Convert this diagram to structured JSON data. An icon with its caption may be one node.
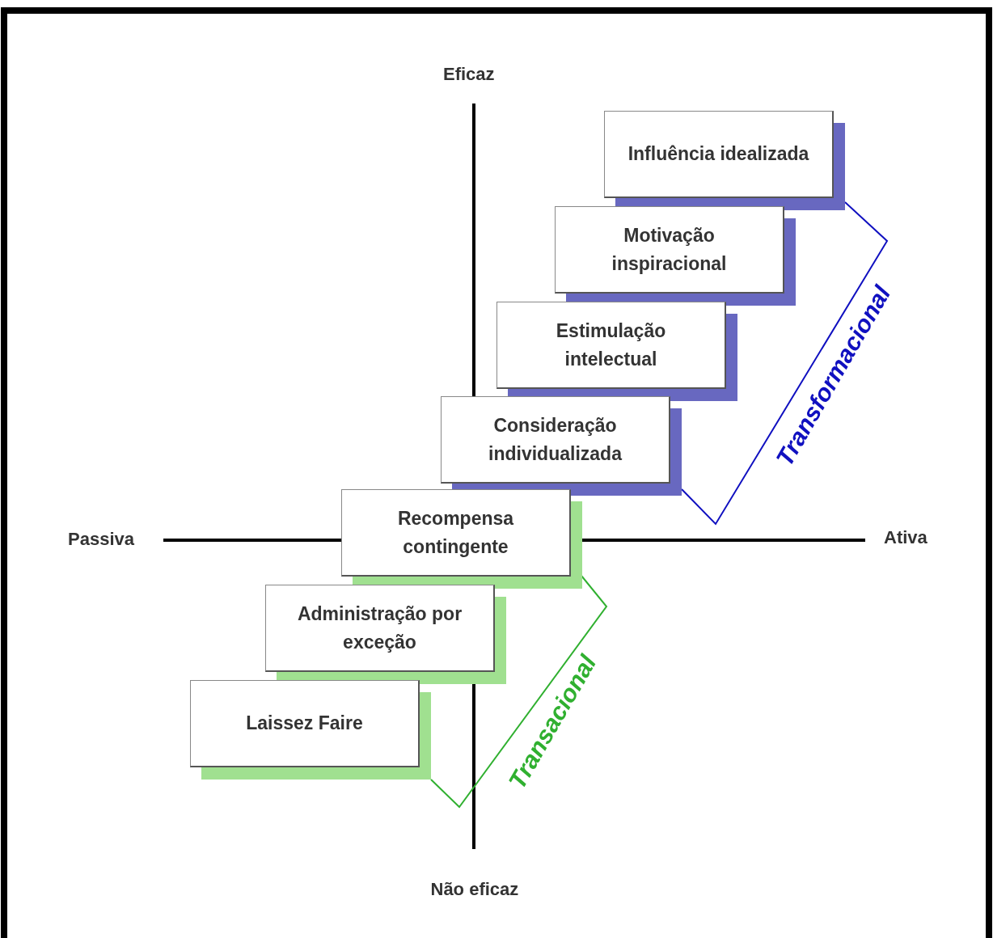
{
  "diagram": {
    "nodes": [
      {
        "text": [
          "Influência idealizada"
        ]
      },
      {
        "text": [
          "Motivação inspiracional"
        ]
      },
      {
        "text": [
          "Estimulação intelectual"
        ]
      },
      {
        "text": [
          "Consideração individualizada"
        ]
      },
      {
        "text": [
          "Recompensa contingente"
        ]
      },
      {
        "text": [
          "Administração por exceção"
        ]
      },
      {
        "text": [
          "Laissez Faire"
        ]
      }
    ],
    "edges": [],
    "labels": [
      "Eficaz",
      "Passiva",
      "Ativa",
      "Transformacional",
      "Transacional",
      "Não eficaz"
    ]
  }
}
